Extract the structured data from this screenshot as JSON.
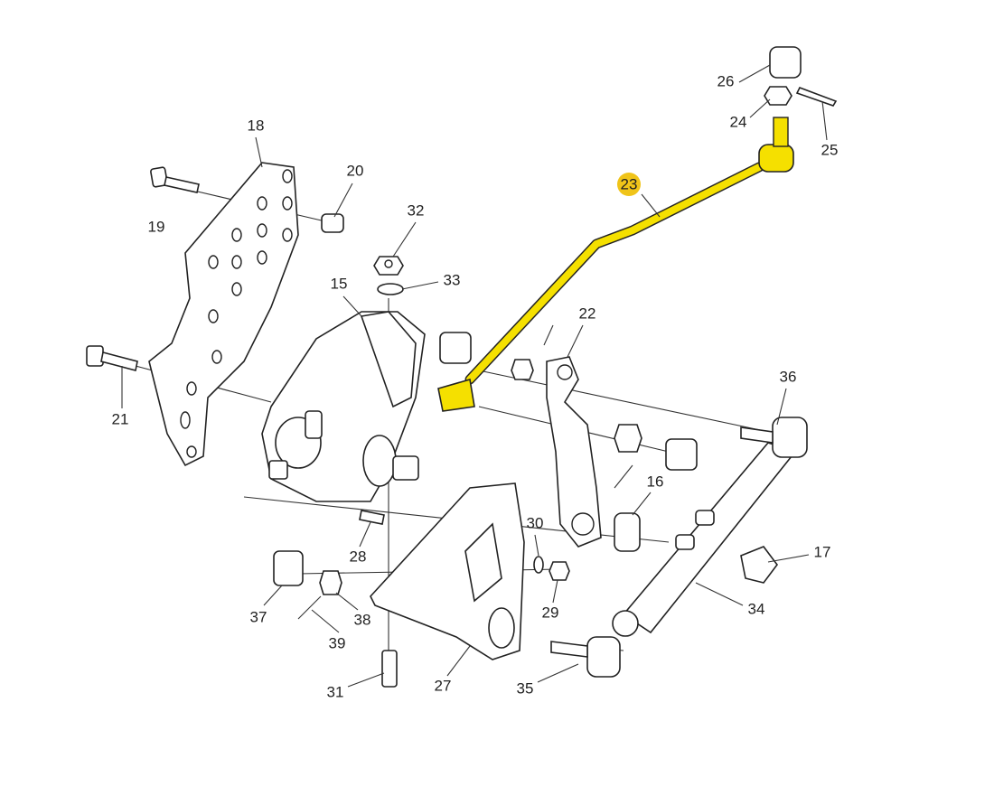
{
  "diagram": {
    "highlight_color": "#f5e000",
    "badge_color": "#f0c419",
    "highlighted_part": "23",
    "callouts": {
      "p15": "15",
      "p16": "16",
      "p17": "17",
      "p18": "18",
      "p19": "19",
      "p20": "20",
      "p21": "21",
      "p22": "22",
      "p23": "23",
      "p24": "24",
      "p25": "25",
      "p26": "26",
      "p27": "27",
      "p28": "28",
      "p29": "29",
      "p30": "30",
      "p31": "31",
      "p32": "32",
      "p33": "33",
      "p34": "34",
      "p35": "35",
      "p36": "36",
      "p37": "37",
      "p38": "38",
      "p39": "39"
    }
  }
}
